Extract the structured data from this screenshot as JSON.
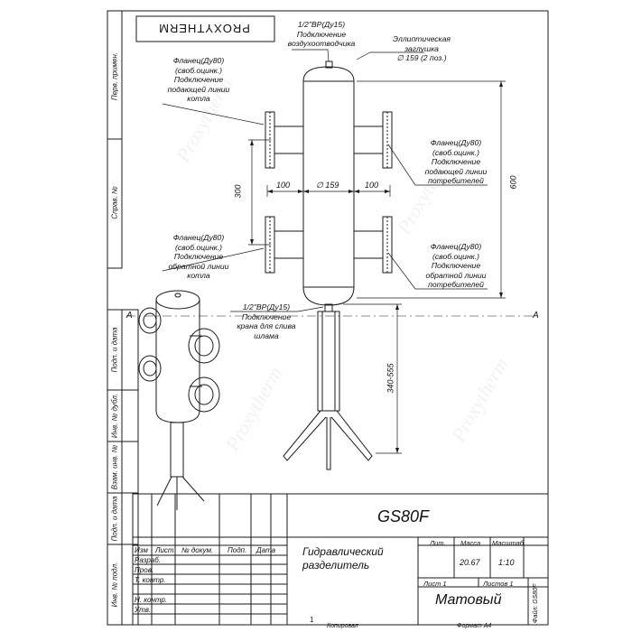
{
  "drawing": {
    "brand": "PROXYTHERM",
    "code": "GS80F",
    "title_line1": "Гидравлический",
    "title_line2": "разделитель",
    "finish": "Матовый",
    "mass": "20.67",
    "scale": "1:10",
    "sheet_label": "Лист 1",
    "sheets_label": "Листов 1",
    "lit_header": "Лит.",
    "mass_header": "Масса",
    "scale_header": "Масштаб",
    "file": "Файл: GS80F",
    "copied": "Копировал",
    "format": "Формат А4",
    "page_number": "1",
    "section_mark": "А"
  },
  "callouts": {
    "air_vent": [
      "1/2\"ВР(Ду15)",
      "Подключение",
      "воздухоотводчика"
    ],
    "cap": [
      "Эллиптическая",
      "заглушка",
      "∅ 159 (2 поз.)"
    ],
    "boiler_supply": [
      "Фланец(Ду80)",
      "(своб.оцинк.)",
      "Подключение",
      "подающей линии",
      "котла"
    ],
    "consumer_supply": [
      "Фланец(Ду80)",
      "(своб.оцинк.)",
      "Подключение",
      "подающей линии",
      "потребителей"
    ],
    "boiler_return": [
      "Фланец(Ду80)",
      "(своб.оцинк.)",
      "Подключение",
      "обратной линии",
      "котла"
    ],
    "consumer_return": [
      "Фланец(Ду80)",
      "(своб.оцинк.)",
      "Подключение",
      "обратной линии",
      "потребителей"
    ],
    "drain": [
      "1/2\"ВР(Ду15)",
      "Подключение",
      "крана для слива",
      "шлама"
    ]
  },
  "dimensions": {
    "left_offset": "100",
    "diameter": "∅ 159",
    "right_offset": "100",
    "spacing": "300",
    "height": "600",
    "leg_height": "340-555"
  },
  "side_stamps": [
    "Перв. примен.",
    "Справ. №",
    "Подп. и дата",
    "Инв. № дубл.",
    "Взам. инв. №",
    "Подп. и дата",
    "Инв. № подл."
  ],
  "title_block": {
    "columns": [
      "Изм",
      "Лист",
      "№ докум.",
      "Подп.",
      "Дата"
    ],
    "rows": [
      "Разраб.",
      "Пров.",
      "Т. контр.",
      "",
      "Н. контр.",
      "Утв."
    ]
  },
  "watermark": "Proxytherm",
  "colors": {
    "line": "#1a1a1a",
    "watermark": "#e8e8e8"
  }
}
